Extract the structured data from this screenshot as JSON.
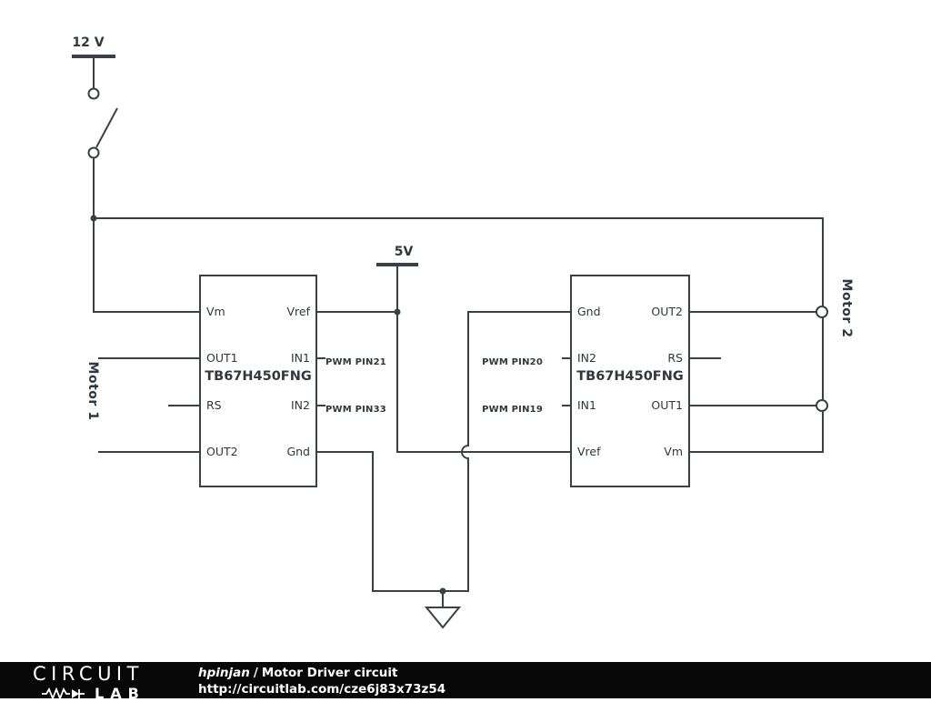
{
  "colors": {
    "background": "#ffffff",
    "wire": "#3b4046",
    "text": "#30373d",
    "footer_bg": "#070707",
    "footer_text": "#ffffff"
  },
  "schematic": {
    "supply_12v_label": "12 V",
    "supply_5v_label": "5V",
    "motor1_label": "Motor 1",
    "motor2_label": "Motor 2",
    "ic1": {
      "name": "TB67H450FNG",
      "left_pins": [
        "Vm",
        "OUT1",
        "RS",
        "OUT2"
      ],
      "right_pins": [
        "Vref",
        "IN1",
        "IN2",
        "Gnd"
      ],
      "net_labels": [
        "PWM PIN21",
        "PWM PIN33"
      ]
    },
    "ic2": {
      "name": "TB67H450FNG",
      "left_pins": [
        "Gnd",
        "IN2",
        "IN1",
        "Vref"
      ],
      "right_pins": [
        "OUT2",
        "RS",
        "OUT1",
        "Vm"
      ],
      "net_labels": [
        "PWM PIN20",
        "PWM PIN19"
      ]
    }
  },
  "footer": {
    "logo_top": "CIRCUIT",
    "logo_bottom": "LAB",
    "author": "hpinjan",
    "separator": "/",
    "title": "Motor Driver circuit",
    "url": "http://circuitlab.com/cze6j83x73z54"
  }
}
